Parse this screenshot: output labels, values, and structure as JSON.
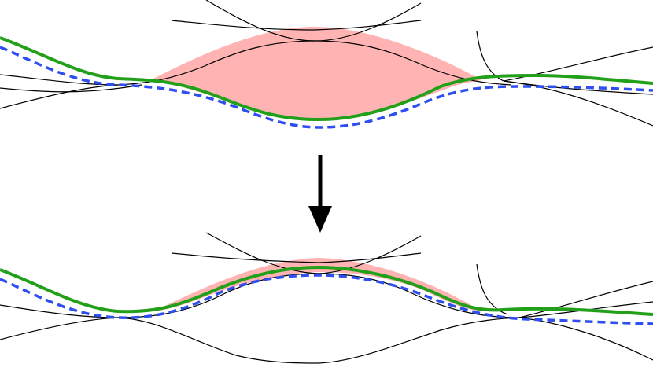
{
  "diagram": {
    "panels": [
      {
        "id": "before",
        "shaded_region": true
      },
      {
        "id": "after",
        "shaded_region": true
      }
    ],
    "transition_arrow": {
      "direction": "down"
    },
    "legend": [],
    "colors": {
      "shaded_region": "#ffb3b3",
      "green_curve": "#22a01a",
      "blue_dashed_curve": "#2e4ef0",
      "thin_curves": "#000000",
      "arrow": "#000000"
    }
  }
}
